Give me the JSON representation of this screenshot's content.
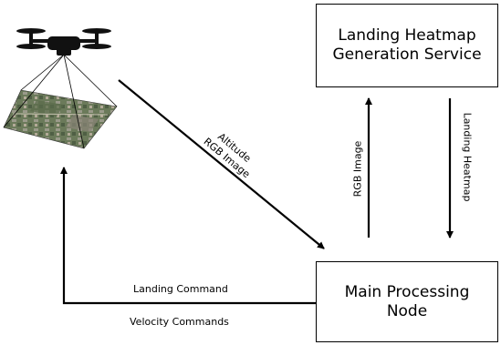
{
  "nodes": {
    "heatmap_service": {
      "line1": "Landing Heatmap",
      "line2": "Generation Service"
    },
    "main_node": {
      "line1": "Main Processing",
      "line2": "Node"
    }
  },
  "edges": {
    "drone_to_main": {
      "line1": "Altitude",
      "line2": "RGB Image"
    },
    "main_to_heatmap": "RGB Image",
    "heatmap_to_main": "Landing Heatmap",
    "main_to_drone_top": "Landing Command",
    "main_to_drone_bottom": "Velocity Commands"
  },
  "icons": {
    "drone": "quadcopter-drone-icon",
    "camera_view": "aerial-ground-image"
  },
  "colors": {
    "line": "#000000",
    "drone_body": "#111111"
  }
}
